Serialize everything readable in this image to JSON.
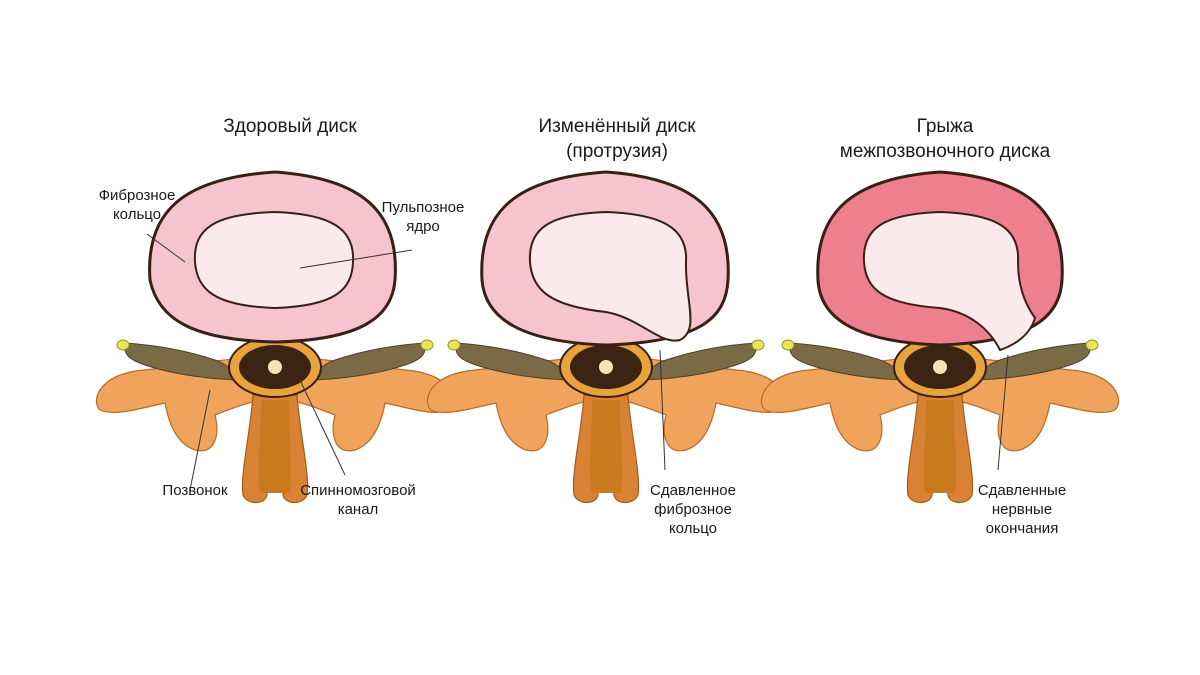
{
  "panels": [
    {
      "id": "healthy",
      "title_lines": [
        "Здоровый диск"
      ]
    },
    {
      "id": "protrusion",
      "title_lines": [
        "Изменённый диск",
        "(протрузия)"
      ]
    },
    {
      "id": "hernia",
      "title_lines": [
        "Грыжа",
        "межпозвоночного диска"
      ]
    }
  ],
  "labels": {
    "fibrous_ring": [
      "Фиброзное",
      "кольцо"
    ],
    "nucleus": [
      "Пульпозное",
      "ядро"
    ],
    "vertebra": "Позвонок",
    "spinal_canal": [
      "Спинномозговой",
      "канал"
    ],
    "compressed_ring": [
      "Сдавленное",
      "фиброзное",
      "кольцо"
    ],
    "compressed_nerves": [
      "Сдавленные",
      "нервные",
      "окончания"
    ]
  },
  "colors": {
    "annulus_healthy": "#f5c4cf",
    "annulus_hernia": "#ee7f8e",
    "nucleus": "#faeaec",
    "disc_outline": "#3a1f14",
    "bone": "#f0a45b",
    "bone_dark": "#d98236",
    "pedicle": "#c97a1f",
    "ligament": "#7a6a45",
    "cord": "#3b2412",
    "nerve_tip": "#e8e55a"
  }
}
